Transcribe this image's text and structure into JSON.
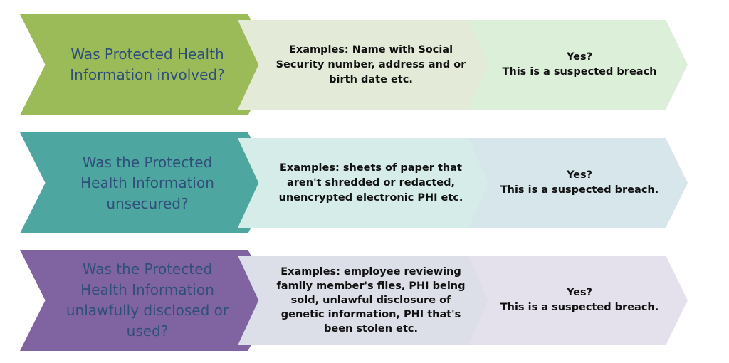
{
  "rows": [
    {
      "question": "Was Protected Health Information involved?",
      "examples": "Examples: Name with Social Security number, address and or birth  date etc.",
      "yes": "Yes?",
      "result": "This is a suspected breach",
      "colors": {
        "main": "#9bbb59",
        "examples": "#e3ead7",
        "result": "#dcefd9"
      }
    },
    {
      "question": "Was the Protected Health Information unsecured?",
      "examples": "Examples: sheets of paper that aren't shredded or redacted, unencrypted electronic PHI etc.",
      "yes": "Yes?",
      "result": "This is a suspected breach.",
      "colors": {
        "main": "#4bacc6",
        "examples": "#d5ece9",
        "result": "#d7e6ea"
      }
    },
    {
      "question": "Was the Protected Health Information unlawfully disclosed or used?",
      "examples": "Examples: employee reviewing family member's files, PHI being sold, unlawful disclosure of genetic information,  PHI that's been stolen etc.",
      "yes": "Yes?",
      "result": "This is a suspected breach.",
      "colors": {
        "main": "#8064a2",
        "examples": "#dcdee8",
        "result": "#e4e0ec"
      }
    }
  ]
}
